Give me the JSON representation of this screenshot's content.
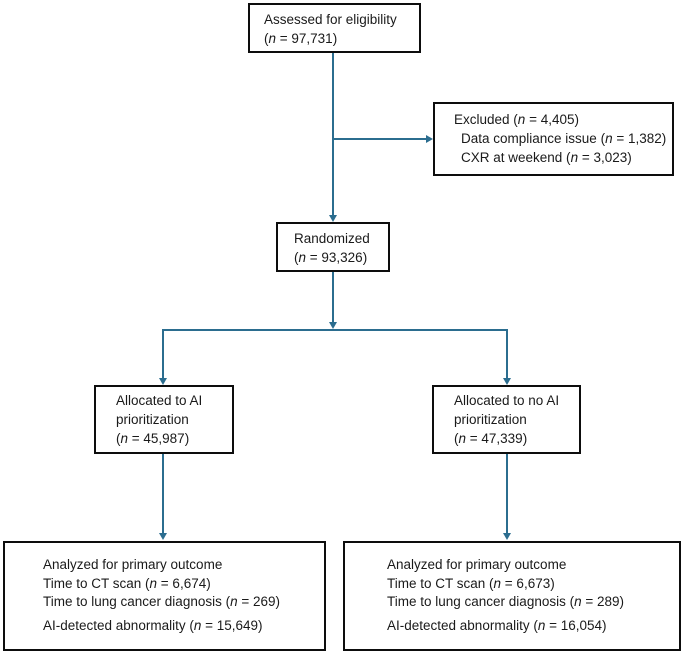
{
  "figure": {
    "type": "consort-flow-diagram",
    "background": "#ffffff",
    "arrow_color": "#2b6d8f",
    "box_border_color": "#0d0d0d",
    "text_color": "#1a1a1a"
  },
  "boxes": {
    "assessed": {
      "lines": [
        {
          "pre": "Assessed for eligibility"
        },
        {
          "pre": "(",
          "i": "n",
          "post": " = 97,731)"
        }
      ]
    },
    "excluded": {
      "lines": [
        {
          "pre": "Excluded (",
          "i": "n",
          "post": " = 4,405)"
        },
        {
          "pre": "Data compliance issue (",
          "i": "n",
          "post": " = 1,382)"
        },
        {
          "pre": "CXR at weekend (",
          "i": "n",
          "post": " = 3,023)"
        }
      ]
    },
    "randomized": {
      "lines": [
        {
          "pre": "Randomized"
        },
        {
          "pre": "(",
          "i": "n",
          "post": " = 93,326)"
        }
      ]
    },
    "allocated_ai": {
      "lines": [
        {
          "pre": "Allocated to AI"
        },
        {
          "pre": "prioritization"
        },
        {
          "pre": "(",
          "i": "n",
          "post": " = 45,987)"
        }
      ]
    },
    "allocated_no_ai": {
      "lines": [
        {
          "pre": "Allocated to no AI"
        },
        {
          "pre": "prioritization"
        },
        {
          "pre": "(",
          "i": "n",
          "post": " = 47,339)"
        }
      ]
    },
    "analyzed_ai": {
      "lines": [
        {
          "pre": "Analyzed for primary outcome"
        },
        {
          "pre": "Time to CT scan (",
          "i": "n",
          "post": " = 6,674)"
        },
        {
          "pre": "Time to lung cancer diagnosis (",
          "i": "n",
          "post": " = 269)"
        },
        {
          "pre": "AI-detected abnormality (",
          "i": "n",
          "post": " = 15,649)"
        }
      ]
    },
    "analyzed_no_ai": {
      "lines": [
        {
          "pre": "Analyzed for primary outcome"
        },
        {
          "pre": "Time to CT scan (",
          "i": "n",
          "post": " = 6,673)"
        },
        {
          "pre": "Time to lung cancer diagnosis (",
          "i": "n",
          "post": " = 289)"
        },
        {
          "pre": "AI-detected abnormality (",
          "i": "n",
          "post": " = 16,054)"
        }
      ]
    }
  }
}
